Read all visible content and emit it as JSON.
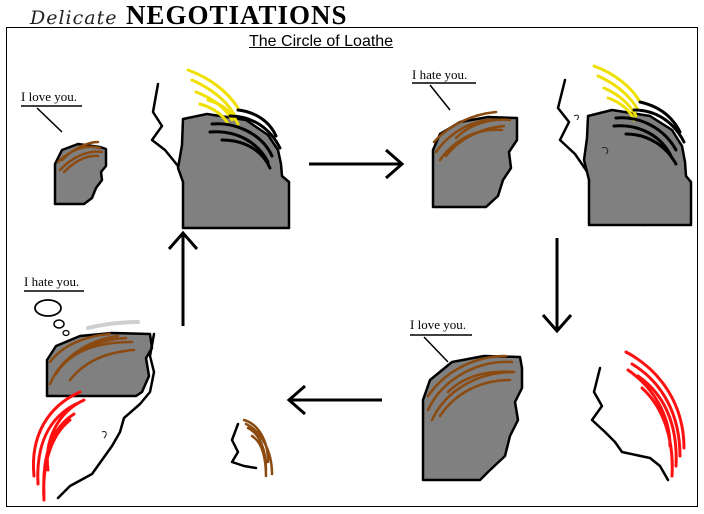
{
  "header": {
    "series_script": "Delicate",
    "series_bold": "NEGOTIATIONS"
  },
  "panel": {
    "title": "The Circle of Loathe"
  },
  "bubbles": {
    "top_left": "I love you.",
    "top_right": "I hate you.",
    "bottom_right": "I love you.",
    "bottom_left": "I hate you."
  },
  "colors": {
    "face_fill": "#808080",
    "brown_hair": "#8b4a10",
    "yellow_hair": "#f0e000",
    "red_hair": "#ff1010",
    "black_hair": "#000000",
    "grey_hair": "#cfcfcf"
  },
  "icons": {
    "arrow_1": "arrow-right-icon",
    "arrow_2": "arrow-down-icon",
    "arrow_3": "arrow-left-icon",
    "arrow_4": "arrow-up-icon"
  }
}
